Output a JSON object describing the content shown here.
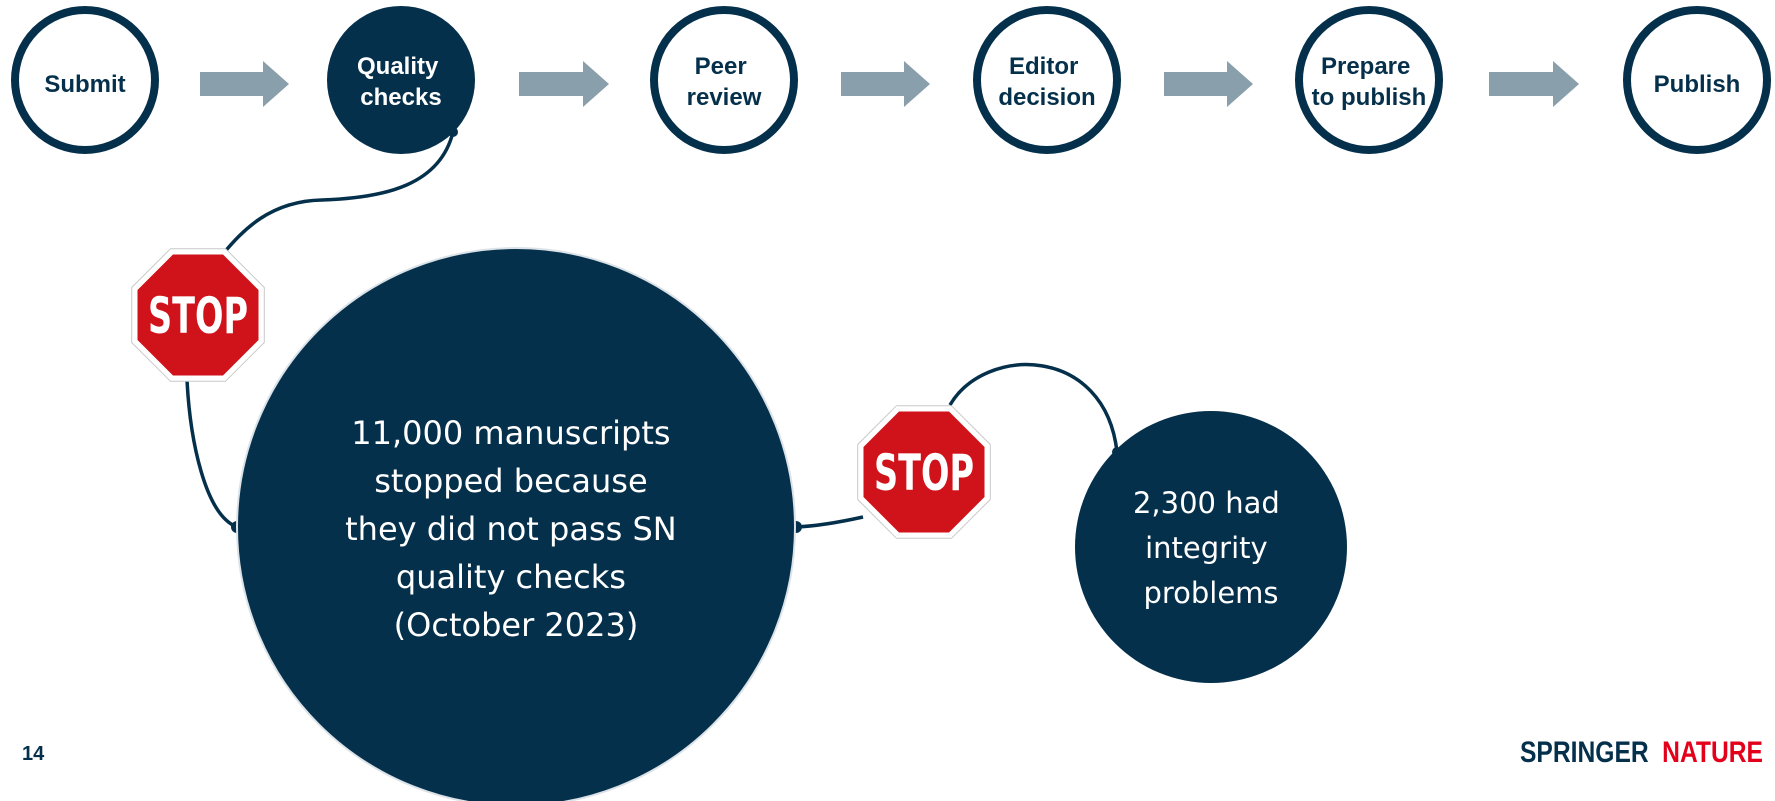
{
  "colors": {
    "navy": "#05304b",
    "arrow": "#8a9fac",
    "stop_red": "#d0121b",
    "brand_red": "#e3001b",
    "white": "#ffffff"
  },
  "process_steps": [
    {
      "lines": [
        "Submit"
      ],
      "filled": false
    },
    {
      "lines": [
        "Quality",
        "checks"
      ],
      "filled": true
    },
    {
      "lines": [
        "Peer",
        "review"
      ],
      "filled": false
    },
    {
      "lines": [
        "Editor",
        "decision"
      ],
      "filled": false
    },
    {
      "lines": [
        "Prepare",
        "to publish"
      ],
      "filled": false
    },
    {
      "lines": [
        "Publish"
      ],
      "filled": false
    }
  ],
  "arrow_icon": "right-arrow-icon",
  "stop_signs": [
    {
      "text": "STOP",
      "icon": "stop-sign-icon"
    },
    {
      "text": "STOP",
      "icon": "stop-sign-icon"
    }
  ],
  "stopped_manuscripts": {
    "lines": [
      "11,000 manuscripts",
      "stopped because",
      "they did not pass SN",
      "quality checks",
      "(October 2023)"
    ]
  },
  "integrity_problems": {
    "lines": [
      "2,300 had",
      "integrity",
      "problems"
    ]
  },
  "page_number": "14",
  "brand": {
    "part1": "SPRINGER",
    "part2": "NATURE"
  }
}
